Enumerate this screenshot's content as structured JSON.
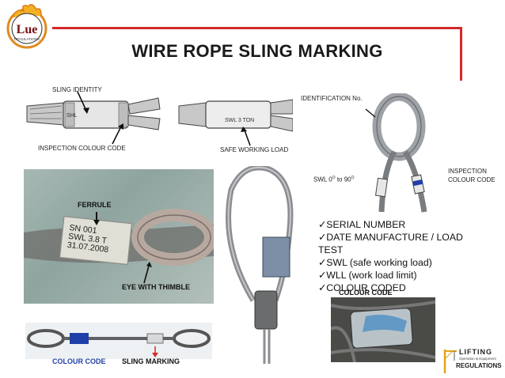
{
  "title": "WIRE ROPE SLING MARKING",
  "logo": {
    "text": "Lue",
    "subtext": "REGULATIONS"
  },
  "top_diagram": {
    "sling_identity_label": "SLING IDENTITY",
    "ferrule_left_text": "SHL",
    "inspection_colour_label": "INSPECTION COLOUR CODE",
    "ferrule_right_text": "SWL 3 TON",
    "safe_working_load_label": "SAFE WORKING LOAD"
  },
  "link_diagram": {
    "identification_label": "IDENTIFICATION No.",
    "swl_label": "SWL  0",
    "swl_sup1": "O",
    "swl_to": " to 90",
    "swl_sup2": "O",
    "inspection_label_line1": "INSPECTION",
    "inspection_label_line2": "COLOUR CODE"
  },
  "ferrule_photo": {
    "ferrule_label": "FERRULE",
    "ferrule_line1": "SN 001",
    "ferrule_line2": "SWL 3.8 T",
    "ferrule_line3": "31.07.2008",
    "eye_label": "EYE WITH THIMBLE"
  },
  "spec_list": [
    "✓SERIAL NUMBER",
    "✓DATE MANUFACTURE / LOAD TEST",
    "✓SWL (safe working load)",
    "✓WLL (work load limit)",
    "✓COLOUR CODED"
  ],
  "colour_code_photo_label": "COLOUR CODE",
  "bottom_sling": {
    "colour_code_label": "COLOUR CODE",
    "sling_marking_label": "SLING MARKING"
  },
  "footer_logo": {
    "line1": "LIFTING",
    "line2": "Operation & Equipment",
    "line3": "REGULATIONS"
  },
  "colors": {
    "title_border": "#d42a2a",
    "colour_code_blue": "#1f3fa8",
    "link_ring": "#b9bcc0"
  }
}
